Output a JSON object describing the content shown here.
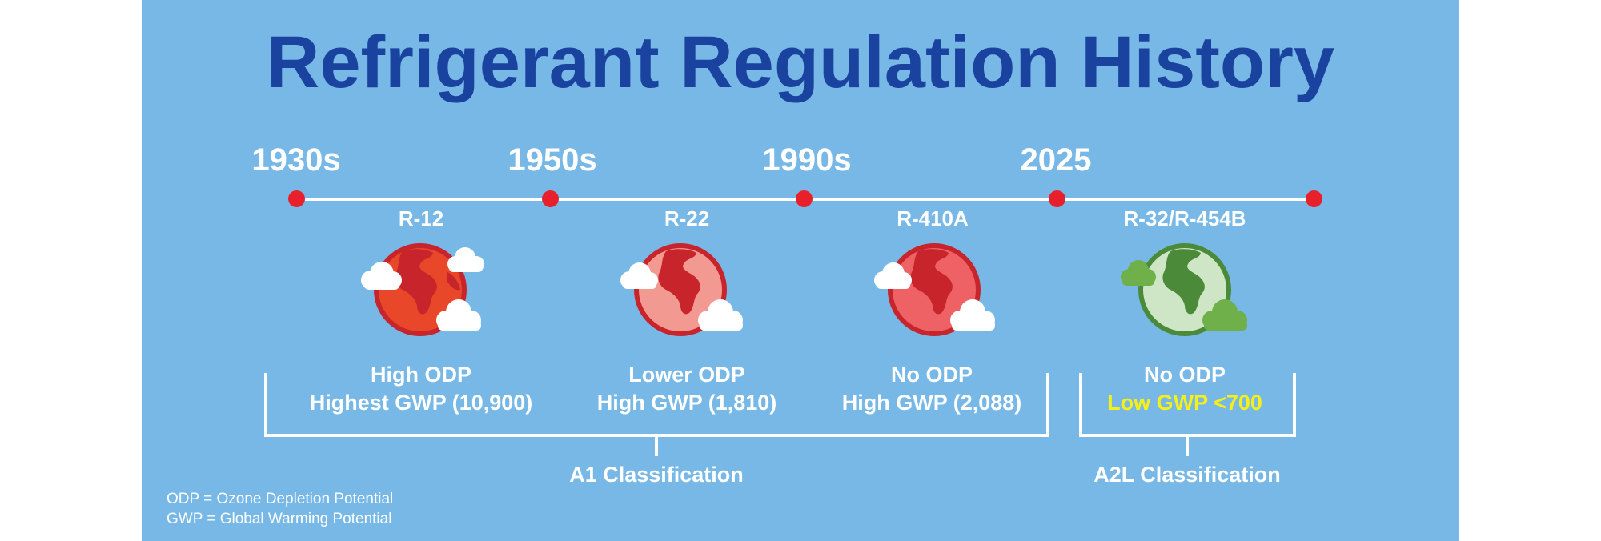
{
  "title": "Refrigerant Regulation History",
  "eras": [
    "1930s",
    "1950s",
    "1990s",
    "2025"
  ],
  "refrigerants": [
    {
      "name": "R-12",
      "line1": "High ODP",
      "line2": "Highest GWP (10,900)",
      "globe_color": "#e8472a",
      "line2_highlight": false
    },
    {
      "name": "R-22",
      "line1": "Lower ODP",
      "line2": "High GWP (1,810)",
      "globe_color": "#f29a92",
      "line2_highlight": false
    },
    {
      "name": "R-410A",
      "line1": "No ODP",
      "line2": "High GWP (2,088)",
      "globe_color": "#ee6265",
      "line2_highlight": false
    },
    {
      "name": "R-32/R-454B",
      "line1": "No ODP",
      "line2": "Low GWP <700",
      "globe_color": "#cfe6c6",
      "line2_highlight": true
    }
  ],
  "classifications": {
    "a1": "A1 Classification",
    "a2l": "A2L Classification"
  },
  "legend": {
    "odp": "ODP = Ozone Depletion Potential",
    "gwp": "GWP = Global Warming Potential"
  },
  "colors": {
    "background": "#77b8e6",
    "title": "#1a43a0",
    "timeline_dot": "#e8202c",
    "highlight_text": "#f5ef1a",
    "land_red": "#c7242b",
    "land_green": "#4a8a38",
    "cloud_green": "#6fb04a"
  }
}
